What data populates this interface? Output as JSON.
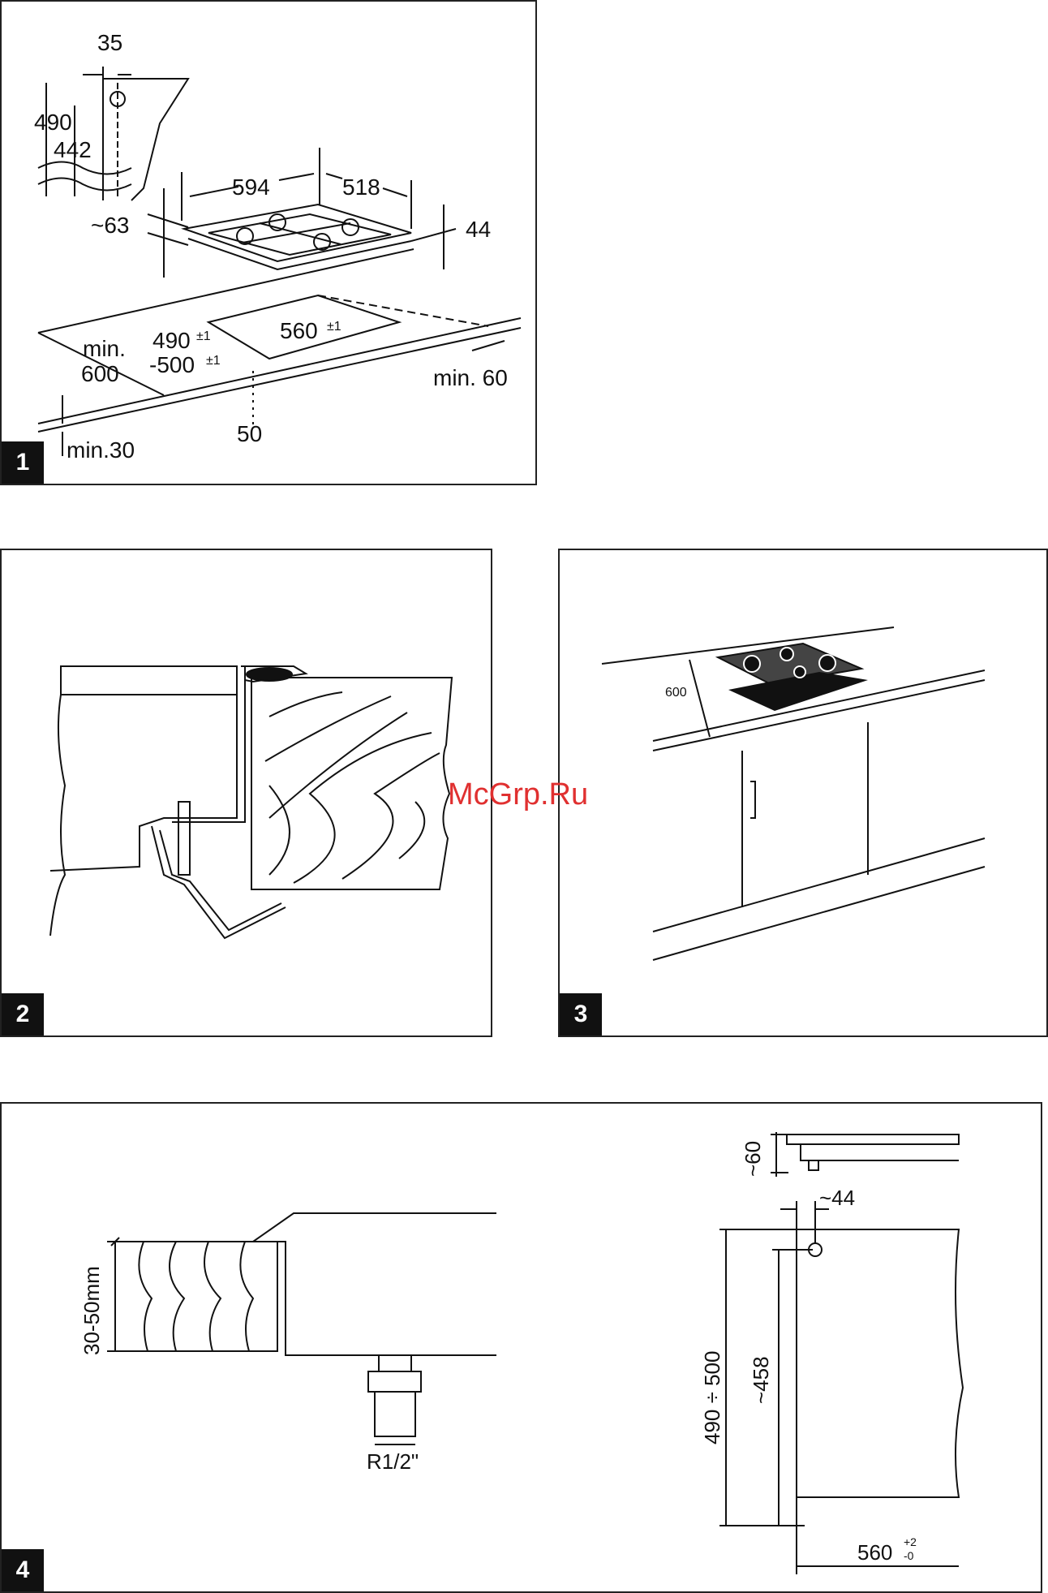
{
  "watermark": "McGrp.Ru",
  "figures": [
    {
      "number": "1",
      "labels": {
        "d35": "35",
        "d490": "490",
        "d442": "442",
        "d594": "594",
        "d518": "518",
        "d63": "~63",
        "d44": "44",
        "d560": "560",
        "tol560": "±1",
        "d490b": "490",
        "tol490": "±1",
        "d500": "-500",
        "tol500": "±1",
        "min_word": "min.",
        "d600": "600",
        "min60": "min. 60",
        "d50": "50",
        "min30": "min.30"
      }
    },
    {
      "number": "2"
    },
    {
      "number": "3",
      "labels": {
        "d600": "600"
      }
    },
    {
      "number": "4",
      "labels": {
        "thickness": "30-50mm",
        "thread": "R1/2\"",
        "d60": "~60",
        "d44": "~44",
        "range": "490 ÷ 500",
        "d458": "~458",
        "d560": "560",
        "tol_plus": "+2",
        "tol_minus": "-0"
      }
    }
  ],
  "colors": {
    "ink": "#111111",
    "watermark": "#e03030"
  }
}
